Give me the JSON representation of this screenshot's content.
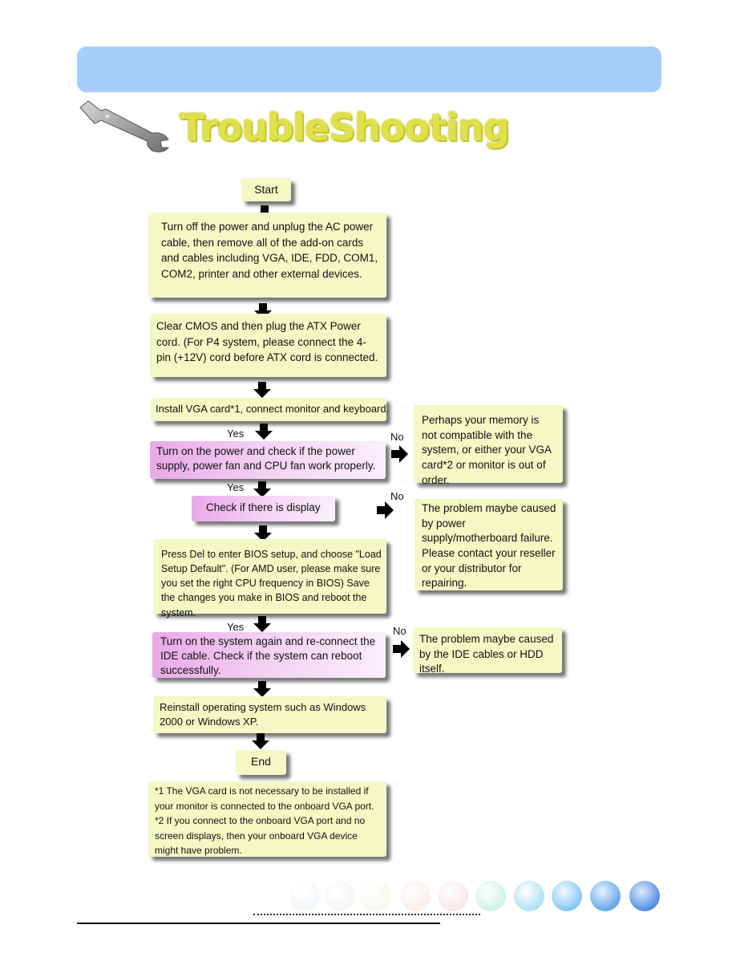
{
  "header": {
    "title": "TroubleShooting"
  },
  "flow": {
    "start": "Start",
    "step1": "Turn off the power and unplug the AC power cable, then remove all of the add-on cards and cables including VGA, IDE, FDD, COM1, COM2, printer and other external devices.",
    "step2": "Clear CMOS and then plug the ATX Power cord. (For P4 system, please connect the 4-pin (+12V) cord before ATX cord is connected.",
    "step3": "Install VGA card*1, connect monitor and keyboard.",
    "yes1": "Yes",
    "step4": "Turn on the power and check if the power supply, power fan and CPU fan work properly.",
    "no1": "No",
    "side1": "Perhaps your memory is not compatible with the system, or either your VGA card*2 or monitor is out of order.",
    "yes2": "Yes",
    "step5": "Check if there is display",
    "no2": "No",
    "side2": "The problem maybe caused by power supply/motherboard failure. Please contact your reseller or your distributor for repairing.",
    "step6": "Press Del to enter BIOS setup, and choose \"Load Setup Default\". (For AMD user, please make sure you set the right CPU frequency in BIOS) Save the changes you make in BIOS and reboot the system.",
    "yes3": "Yes",
    "step7": "Turn on the system again and re-connect the IDE cable. Check if the system can reboot successfully.",
    "no3": "No",
    "side3": "The problem maybe caused by the IDE cables or HDD itself.",
    "step8": "Reinstall operating system such as Windows 2000 or Windows XP.",
    "end": "End"
  },
  "notes": {
    "note1": "*1  The VGA card is not necessary to be installed if your monitor is connected to the onboard VGA port.",
    "note2": "*2  If you connect to the onboard VGA port and no screen displays, then your onboard VGA device might have problem."
  },
  "icons": {
    "header_icon": "wrench-icon",
    "arrow": "arrow-icon"
  },
  "colors": {
    "header_bar": "#a7cdfc",
    "box_yellow": "#f4f8c4",
    "box_pink": "#e9a8e8",
    "logo_text": "#dfe04a"
  }
}
